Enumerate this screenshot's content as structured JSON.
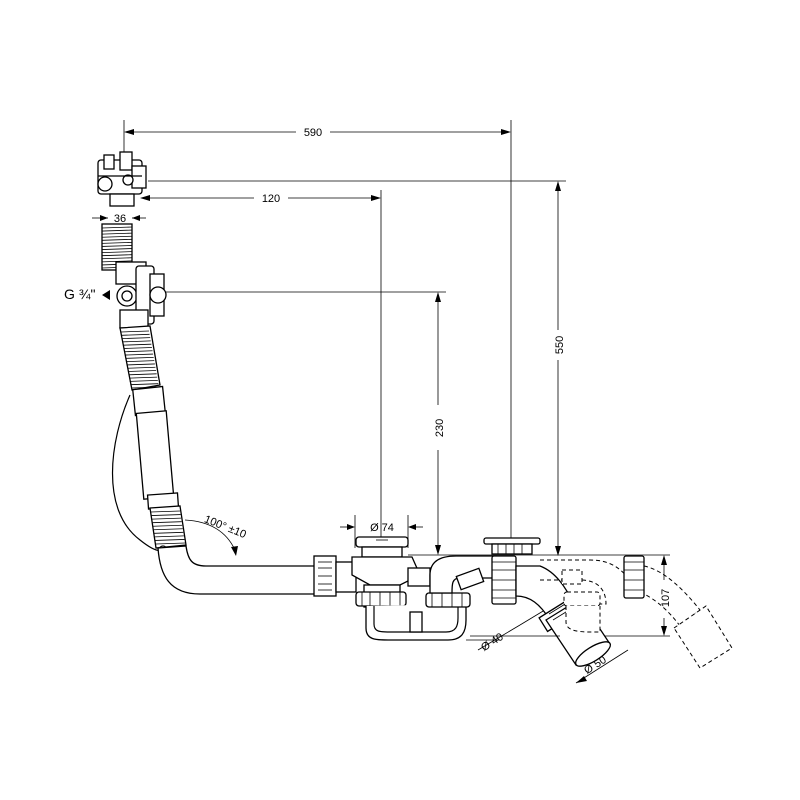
{
  "dimensions": {
    "overall_length": "590",
    "drain_offset": "120",
    "spacer_36": "36",
    "total_height": "550",
    "inlet_height": "230",
    "waste_diameter": "Ø 74",
    "hose_length": "100° ±10",
    "outlet_height": "107",
    "pipe_40": "Ø 40",
    "pipe_50": "Ø 50"
  },
  "labels": {
    "thread_connection": "G ¾\""
  }
}
